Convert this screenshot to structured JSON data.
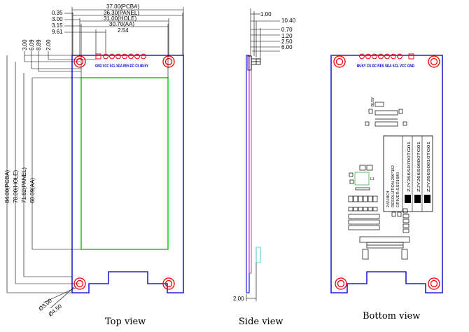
{
  "captions": {
    "top": "Top view",
    "side": "Side view",
    "bottom": "Bottom view"
  },
  "top_view": {
    "h_dims": [
      "37.00(PCBA)",
      "36.30(PANEL)",
      "31.00(HOLE)",
      "30.70(AA)",
      "2.54"
    ],
    "h_left_values": [
      "0.35",
      "3.00",
      "3.15",
      "9.61"
    ],
    "v_dims_top": [
      "3.00",
      "6.09",
      "8.89",
      "2.00"
    ],
    "v_dims_long": [
      "84.00(PCBA)",
      "78.00(HOLE)",
      "71.82(PANEL)",
      "60.09(AA)"
    ],
    "hole_dims": [
      "Ø3.00",
      "Ø4.50"
    ],
    "pin_labels": "GND VCC SCL SDA RES DC CS BUSY"
  },
  "side_view": {
    "values": [
      "1.00",
      "10.40",
      "0.70",
      "1.20",
      "2.50",
      "6.00"
    ],
    "bottom_value": "2.00"
  },
  "bottom_view": {
    "pin_labels": "BUSY CS DC RES SDA SCL VCC GND",
    "part_number_lines": [
      "ZJY266S0700TG01",
      "ZJY266S0800TG01",
      "ZJY266S0810TG01"
    ],
    "info_lines": [
      "2.66 INCH",
      "RESOLUTION:296*152",
      "DRIVER:SSD1680"
    ],
    "ic_label": "BUSY",
    "inductor_label": "L1"
  },
  "colors": {
    "pcb_outline": "#2222cc",
    "active_area": "#22cc22",
    "pin_pad": "#ff0000",
    "side_panel": "#ee44ee",
    "side_fpc": "#44cccc"
  }
}
